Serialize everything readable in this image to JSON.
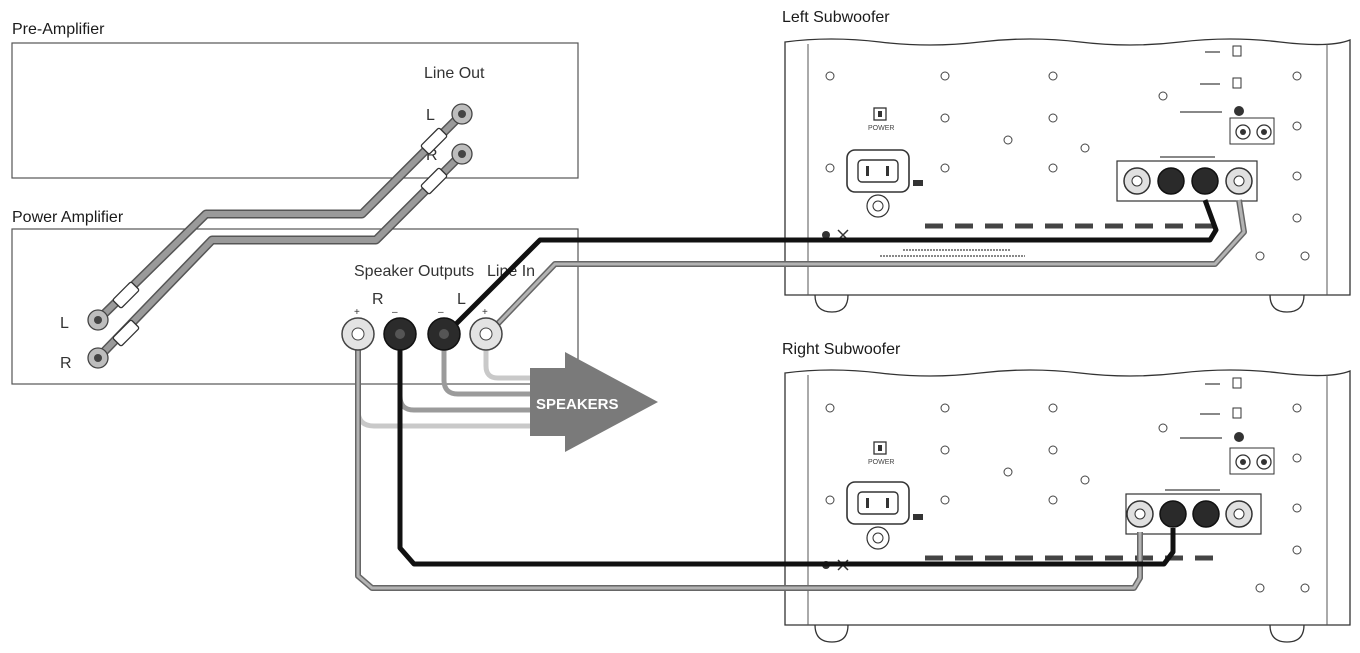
{
  "components": {
    "pre_amplifier": {
      "title": "Pre-Amplifier",
      "line_out_label": "Line Out",
      "left_label": "L",
      "right_label": "R"
    },
    "power_amplifier": {
      "title": "Power Amplifier",
      "left_label": "L",
      "right_label": "R",
      "speaker_outputs_label": "Speaker Outputs",
      "line_in_label": "Line In",
      "out_right_label": "R",
      "out_left_label": "L",
      "plus": "+",
      "minus": "–"
    },
    "speakers": {
      "label": "SPEAKERS"
    },
    "left_subwoofer": {
      "title": "Left Subwoofer",
      "power_label": "POWER"
    },
    "right_subwoofer": {
      "title": "Right Subwoofer",
      "power_label": "POWER"
    }
  },
  "colors": {
    "cable_black": "#1c1c1c",
    "cable_grey": "#8a8a8a",
    "cable_light": "#c4c4c4",
    "arrow": "#7a7a7a"
  }
}
